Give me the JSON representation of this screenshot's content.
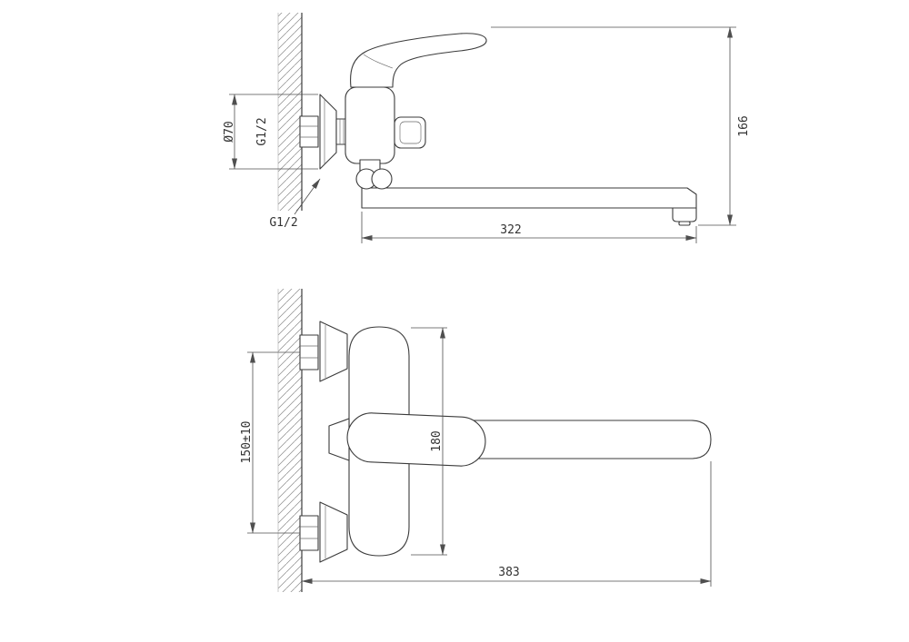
{
  "drawing_colors": {
    "background": "#ffffff",
    "outline": "#3b3b3b",
    "dimension_lines": "#4f4f4f",
    "text": "#333333"
  },
  "side_view": {
    "escutcheon_diameter_label": "Ø70",
    "thread_label_vertical": "G1/2",
    "thread_label_leader": "G1/2",
    "overall_height_label": "166",
    "spout_reach_label": "322"
  },
  "front_view": {
    "connection_spacing_label": "150±10",
    "body_height_label": "180",
    "overall_length_label": "383"
  }
}
